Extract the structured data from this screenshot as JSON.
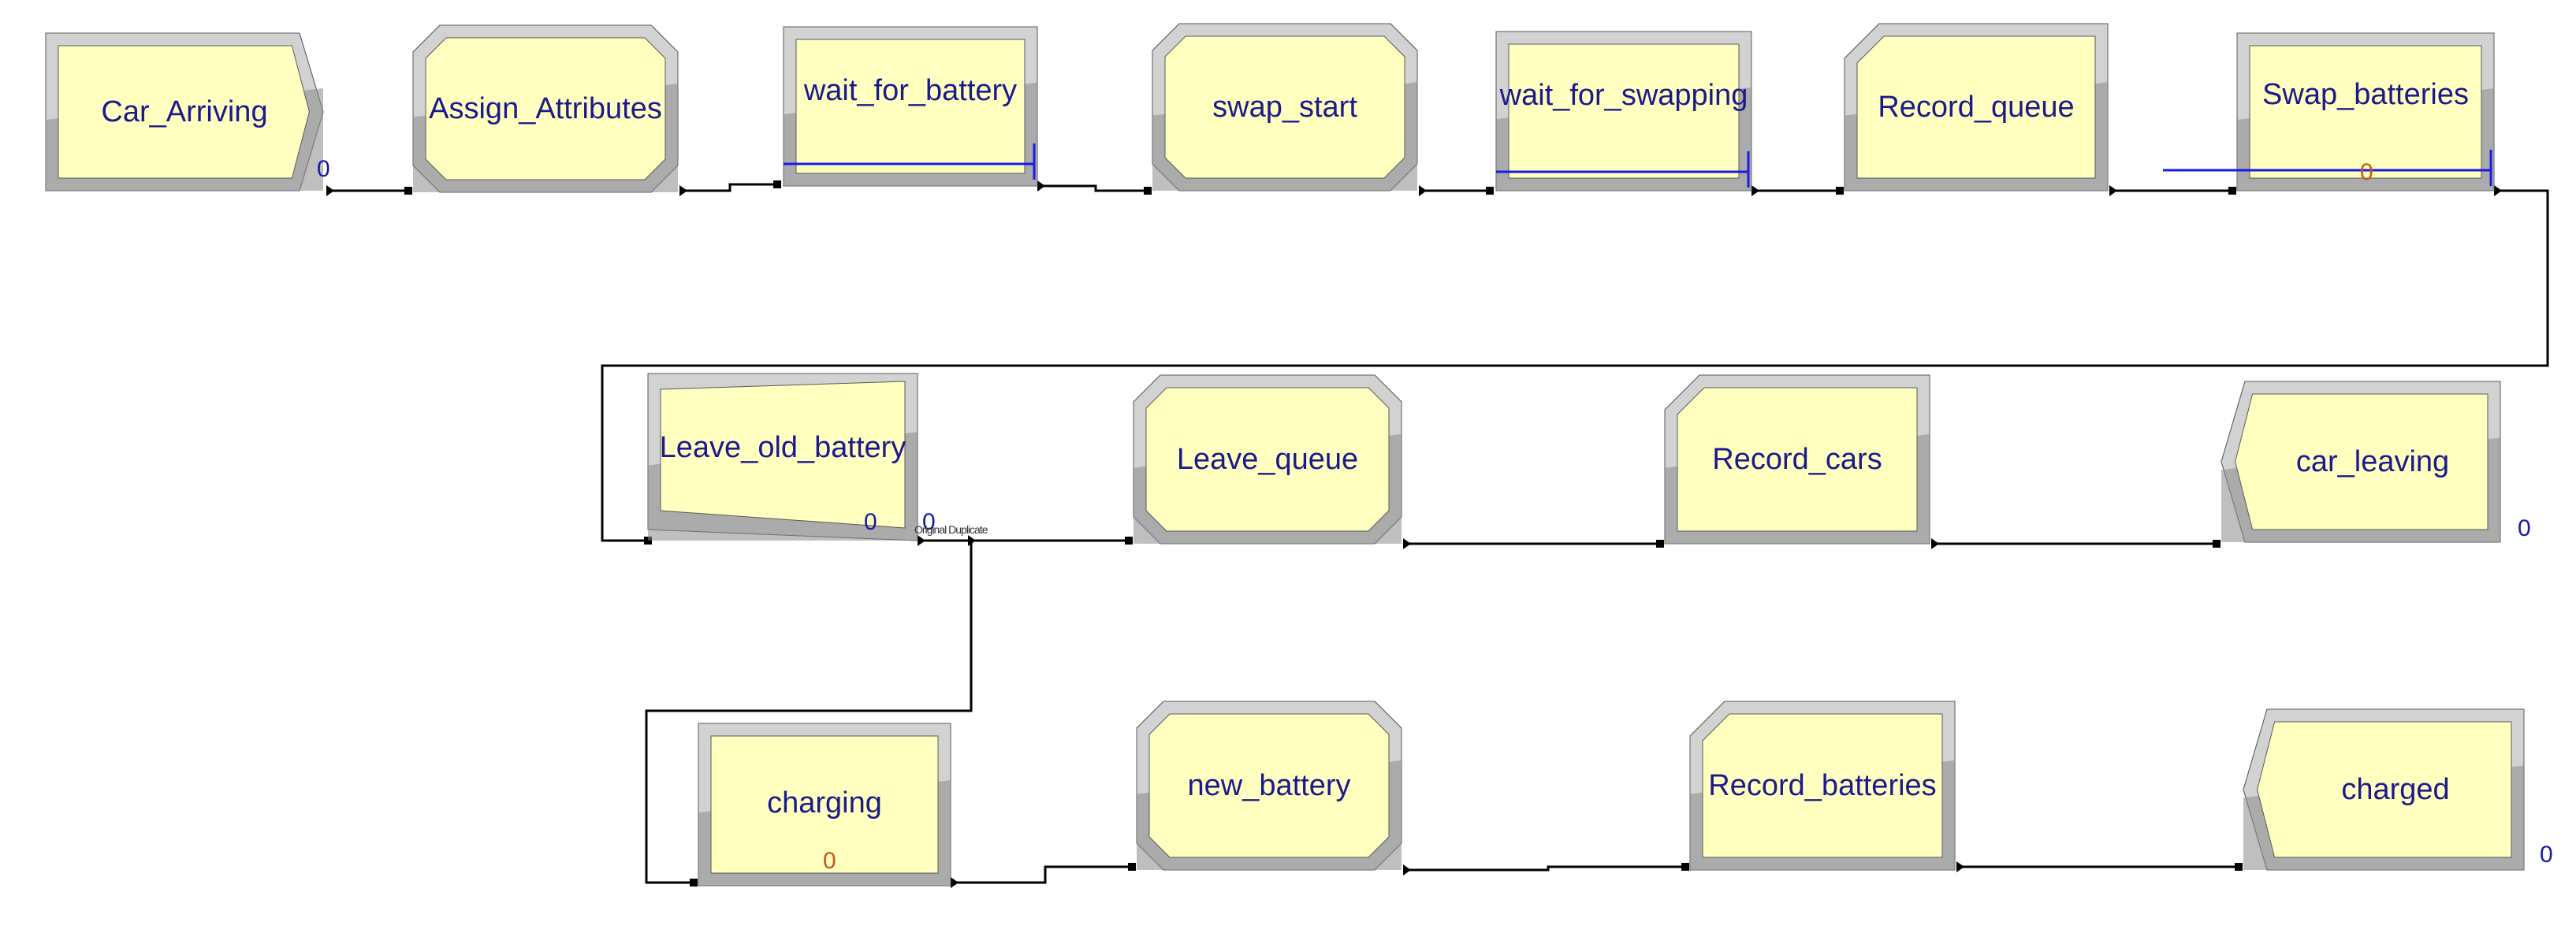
{
  "colors": {
    "fill": "#ffffc0",
    "bevel_light": "#d2d2d2",
    "bevel_dark": "#8a8a8a",
    "text": "#1a1a8c",
    "connector": "#000000",
    "queue_line": "#1a1ae6",
    "counter": "#1a1aa0",
    "busy_counter": "#c05a1a"
  },
  "modules": {
    "car_arriving": {
      "label": "Car_Arriving",
      "type": "create",
      "counter": "0"
    },
    "assign_attributes": {
      "label": "Assign_Attributes",
      "type": "assign"
    },
    "wait_for_battery": {
      "label": "wait_for_battery",
      "type": "hold"
    },
    "swap_start": {
      "label": "swap_start",
      "type": "assign"
    },
    "wait_for_swapping": {
      "label": "wait_for_swapping",
      "type": "hold"
    },
    "record_queue": {
      "label": "Record_queue",
      "type": "record"
    },
    "swap_batteries": {
      "label": "Swap_batteries",
      "type": "process",
      "counter": "0"
    },
    "leave_old_battery": {
      "label": "Leave_old_battery",
      "type": "separate",
      "counter": "0",
      "counter2": "0"
    },
    "leave_queue": {
      "label": "Leave_queue",
      "type": "assign"
    },
    "record_cars": {
      "label": "Record_cars",
      "type": "record"
    },
    "car_leaving": {
      "label": "car_leaving",
      "type": "dispose",
      "counter": "0"
    },
    "charging": {
      "label": "charging",
      "type": "process",
      "counter": "0"
    },
    "new_battery": {
      "label": "new_battery",
      "type": "assign"
    },
    "record_batteries": {
      "label": "Record_batteries",
      "type": "record"
    },
    "charged": {
      "label": "charged",
      "type": "dispose",
      "counter": "0"
    }
  },
  "separate_outputs_label": "Original\nDuplicate"
}
